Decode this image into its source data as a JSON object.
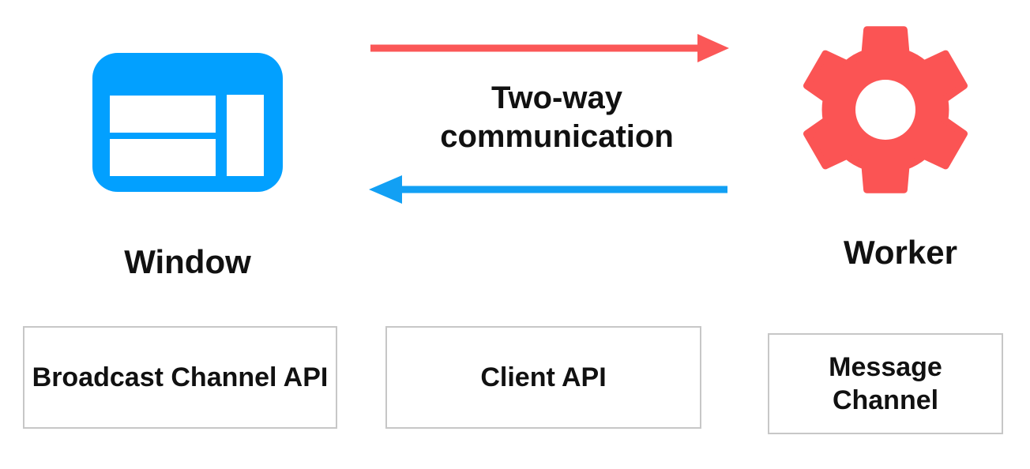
{
  "nodes": {
    "window": {
      "label": "Window",
      "icon": "browser-window-icon",
      "color": "#02A0FF"
    },
    "worker": {
      "label": "Worker",
      "icon": "gear-icon",
      "color": "#FB5454"
    }
  },
  "arrows": {
    "label": "Two-way communication",
    "to_worker": {
      "direction": "right",
      "color": "#FB5757"
    },
    "to_window": {
      "direction": "left",
      "color": "#12A0F4"
    }
  },
  "api_boxes": [
    {
      "label": "Broadcast Channel API"
    },
    {
      "label": "Client API"
    },
    {
      "label": "Message Channel"
    }
  ],
  "styles": {
    "background": "#ffffff",
    "text": "#111111",
    "box_border": "#c7c7c7"
  }
}
